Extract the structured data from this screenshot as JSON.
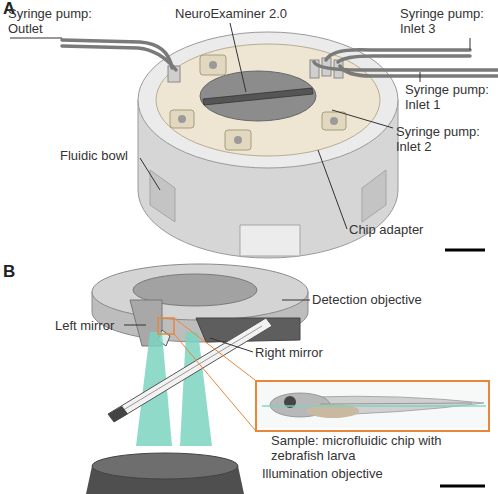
{
  "diagram": {
    "nodes": [
      {
        "text": [
          "Sample: microfluidic chip with zebrafish larva"
        ]
      }
    ],
    "labels": [
      "A",
      "Syringe pump: Outlet",
      "NeuroExaminer 2.0",
      "Syringe pump: Inlet 3",
      "Syringe pump: Inlet 1",
      "Fluidic bowl",
      "Syringe pump: Inlet 2",
      "Chip adapter",
      "B",
      "Detection objective",
      "Left mirror",
      "Right mirror",
      "Illumination objective"
    ]
  }
}
